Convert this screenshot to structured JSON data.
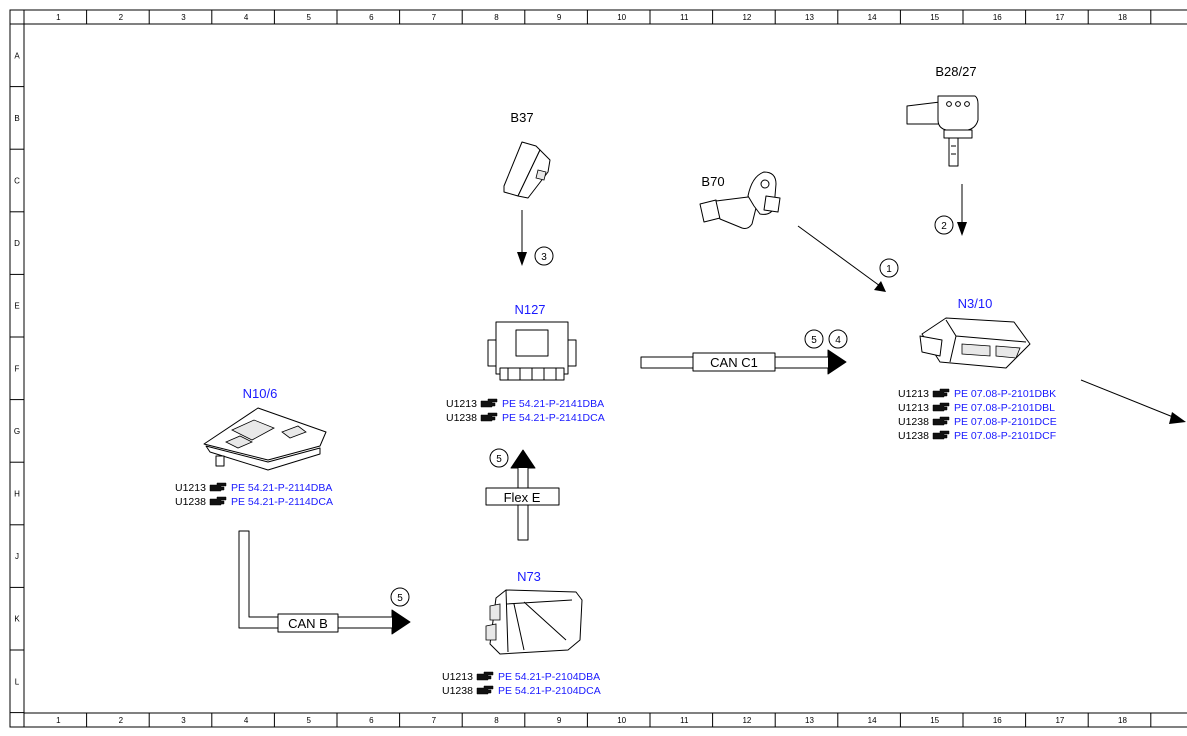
{
  "ruler": {
    "columns": [
      "1",
      "2",
      "3",
      "4",
      "5",
      "6",
      "7",
      "8",
      "9",
      "10",
      "11",
      "12",
      "13",
      "14",
      "15",
      "16",
      "17",
      "18"
    ],
    "rows": [
      "A",
      "B",
      "C",
      "D",
      "E",
      "F",
      "G",
      "H",
      "J",
      "K",
      "L"
    ]
  },
  "components": {
    "b37": {
      "label": "B37"
    },
    "b70": {
      "label": "B70"
    },
    "b28": {
      "label": "B28/27"
    },
    "n127": {
      "label": "N127",
      "refs": [
        {
          "code": "U1213",
          "doc": "PE 54.21-P-2141DBA"
        },
        {
          "code": "U1238",
          "doc": "PE 54.21-P-2141DCA"
        }
      ]
    },
    "n310": {
      "label": "N3/10",
      "refs": [
        {
          "code": "U1213",
          "doc": "PE 07.08-P-2101DBK"
        },
        {
          "code": "U1213",
          "doc": "PE 07.08-P-2101DBL"
        },
        {
          "code": "U1238",
          "doc": "PE 07.08-P-2101DCE"
        },
        {
          "code": "U1238",
          "doc": "PE 07.08-P-2101DCF"
        }
      ]
    },
    "n106": {
      "label": "N10/6",
      "refs": [
        {
          "code": "U1213",
          "doc": "PE 54.21-P-2114DBA"
        },
        {
          "code": "U1238",
          "doc": "PE 54.21-P-2114DCA"
        }
      ]
    },
    "n73": {
      "label": "N73",
      "refs": [
        {
          "code": "U1213",
          "doc": "PE 54.21-P-2104DBA"
        },
        {
          "code": "U1238",
          "doc": "PE 54.21-P-2104DCA"
        }
      ]
    }
  },
  "buses": {
    "can_c1": "CAN C1",
    "can_b": "CAN B",
    "flex_e": "Flex E"
  },
  "markers": {
    "m1": "1",
    "m2": "2",
    "m3": "3",
    "m4": "4",
    "m5a": "5",
    "m5b": "5",
    "m5c": "5"
  },
  "colors": {
    "link": "#1a1aff",
    "line": "#000000"
  },
  "icons": {
    "reference": "pointing-hand-icon"
  }
}
